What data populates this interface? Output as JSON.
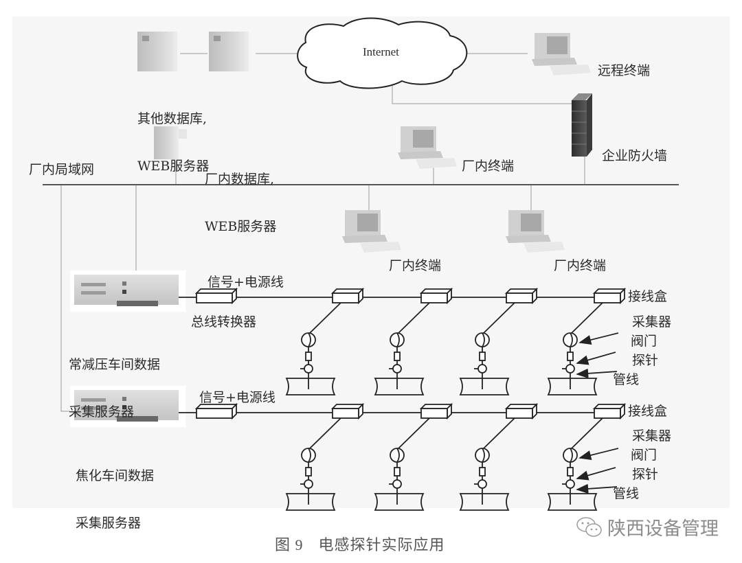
{
  "figure": {
    "caption_number": "图 9",
    "caption_title": "电感探针实际应用",
    "watermark": "陕西设备管理",
    "watermark_icon": "wechat-icon"
  },
  "network": {
    "internet_label": "Internet",
    "other_db_label_line1": "其他数据库,",
    "other_db_label_line2": "WEB服务器",
    "remote_terminal_label": "远程终端",
    "firewall_label": "企业防火墙",
    "plant_db_label_line1": "厂内数据库,",
    "plant_db_label_line2": "WEB服务器",
    "plant_lan_label": "厂内局域网",
    "plant_terminal_top_label": "厂内终端",
    "plant_terminal_left_label": "厂内终端",
    "plant_terminal_right_label": "厂内终端"
  },
  "field": {
    "servers": [
      {
        "label_line1": "常减压车间数据",
        "label_line2": "采集服务器",
        "cable_label": "信号+电源线",
        "converter_label": "总线转换器"
      },
      {
        "label_line1": "焦化车间数据",
        "label_line2": "采集服务器",
        "cable_label": "信号+电源线",
        "converter_label": ""
      }
    ],
    "legend": {
      "junction_box": "接线盒",
      "collector": "采集器",
      "valve": "阀门",
      "probe": "探针",
      "pipeline": "管线"
    },
    "nodes_per_bus": 4
  },
  "icons": {
    "server_tower": "server-tower-icon",
    "desktop_computer": "desktop-computer-icon",
    "firewall": "firewall-icon",
    "rack_server": "rack-server-icon",
    "cloud": "cloud-icon"
  }
}
